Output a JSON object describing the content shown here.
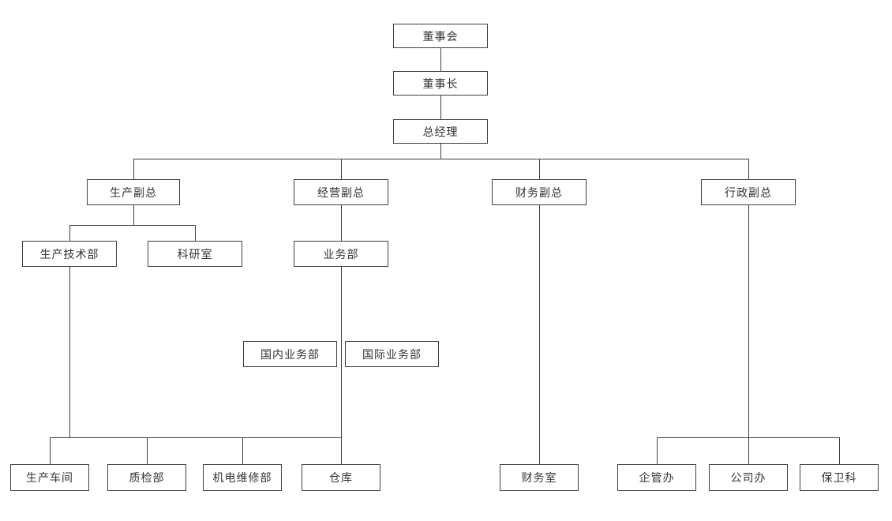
{
  "diagram": {
    "type": "org-chart",
    "nodes": {
      "board": {
        "label": "董事会"
      },
      "chairman": {
        "label": "董事长"
      },
      "general_manager": {
        "label": "总经理"
      },
      "vp_production": {
        "label": "生产副总"
      },
      "vp_operations": {
        "label": "经营副总"
      },
      "vp_finance": {
        "label": "财务副总"
      },
      "vp_admin": {
        "label": "行政副总"
      },
      "production_tech_dept": {
        "label": "生产技术部"
      },
      "research_office": {
        "label": "科研室"
      },
      "business_dept": {
        "label": "业务部"
      },
      "domestic_business_dept": {
        "label": "国内业务部"
      },
      "intl_business_dept": {
        "label": "国际业务部"
      },
      "production_workshop": {
        "label": "生产车间"
      },
      "quality_inspection_dept": {
        "label": "质检部"
      },
      "mech_maintenance_dept": {
        "label": "机电维修部"
      },
      "warehouse": {
        "label": "仓库"
      },
      "finance_office": {
        "label": "财务室"
      },
      "enterprise_mgmt_office": {
        "label": "企管办"
      },
      "company_office": {
        "label": "公司办"
      },
      "security_section": {
        "label": "保卫科"
      }
    },
    "edges": [
      {
        "parent": "board",
        "child": "chairman"
      },
      {
        "parent": "chairman",
        "child": "general_manager"
      },
      {
        "parent": "general_manager",
        "child": "vp_production"
      },
      {
        "parent": "general_manager",
        "child": "vp_operations"
      },
      {
        "parent": "general_manager",
        "child": "vp_finance"
      },
      {
        "parent": "general_manager",
        "child": "vp_admin"
      },
      {
        "parent": "vp_production",
        "child": "production_tech_dept"
      },
      {
        "parent": "vp_production",
        "child": "research_office"
      },
      {
        "parent": "vp_operations",
        "child": "business_dept"
      },
      {
        "parent": "business_dept",
        "child": "domestic_business_dept"
      },
      {
        "parent": "business_dept",
        "child": "intl_business_dept"
      },
      {
        "parent": "production_tech_dept",
        "child": "production_workshop"
      },
      {
        "parent": "production_tech_dept",
        "child": "quality_inspection_dept"
      },
      {
        "parent": "production_tech_dept",
        "child": "mech_maintenance_dept"
      },
      {
        "parent": "business_dept",
        "child": "warehouse"
      },
      {
        "parent": "vp_finance",
        "child": "finance_office"
      },
      {
        "parent": "vp_admin",
        "child": "enterprise_mgmt_office"
      },
      {
        "parent": "vp_admin",
        "child": "company_office"
      },
      {
        "parent": "vp_admin",
        "child": "security_section"
      }
    ],
    "colors": {
      "line": "#404040",
      "box_border": "#404040",
      "text": "#333333",
      "background": "#ffffff"
    }
  }
}
